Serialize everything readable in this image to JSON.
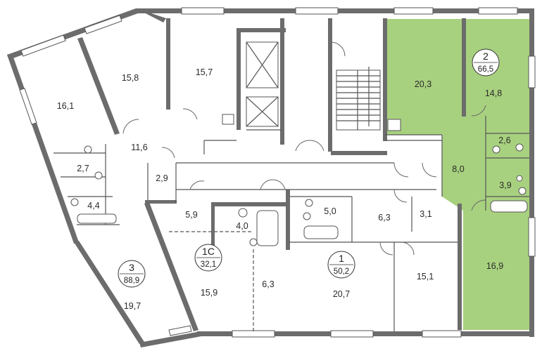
{
  "colors": {
    "highlight": "#a8d17f",
    "wall": "#6c6c6c",
    "badge_fill": "#ffffff"
  },
  "apartments": [
    {
      "number": "2",
      "area": "66,5"
    },
    {
      "number": "3",
      "area": "88,9"
    },
    {
      "number": "1С",
      "area": "32,1"
    },
    {
      "number": "1",
      "area": "50,2"
    }
  ],
  "rooms": [
    "16,1",
    "15,8",
    "15,7",
    "20,3",
    "14,8",
    "11,6",
    "2,7",
    "2,9",
    "4,4",
    "2,6",
    "8,0",
    "3,9",
    "5,9",
    "4,0",
    "5,0",
    "6,3",
    "3,1",
    "19,7",
    "15,9",
    "6,3",
    "20,7",
    "15,1",
    "16,9"
  ]
}
